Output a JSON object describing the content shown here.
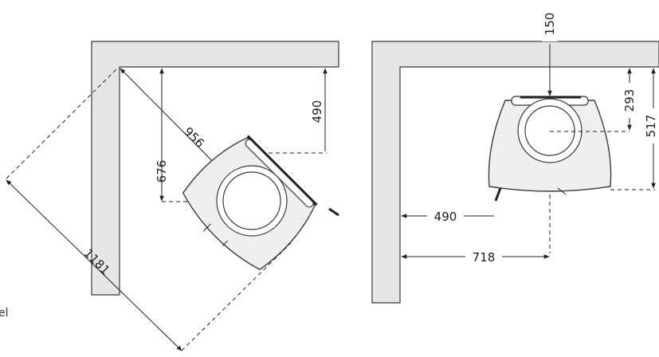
{
  "left_view": {
    "dim_diagonal_wall": "1181",
    "dim_corner_to_center": "956",
    "dim_vertical_center": "676",
    "dim_vertical_right": "490"
  },
  "right_view": {
    "dim_flue_offset": "150",
    "dim_vertical_inner": "293",
    "dim_vertical_outer": "517",
    "dim_horizontal_short": "490",
    "dim_horizontal_long": "718"
  },
  "edge_fragment": "el",
  "colors": {
    "wall": "#e6e6e6",
    "stove": "#efefef",
    "line": "#222222"
  }
}
